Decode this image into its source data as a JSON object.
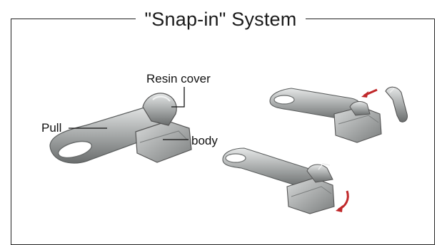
{
  "title": "\"Snap-in\" System",
  "labels": {
    "resin_cover": "Resin cover",
    "pull": "Pull",
    "body": "body"
  },
  "colors": {
    "metal_light": "#d4d6d6",
    "metal_mid": "#9a9c9c",
    "metal_dark": "#5e6161",
    "arrow": "#c0282a",
    "border": "#222222"
  }
}
